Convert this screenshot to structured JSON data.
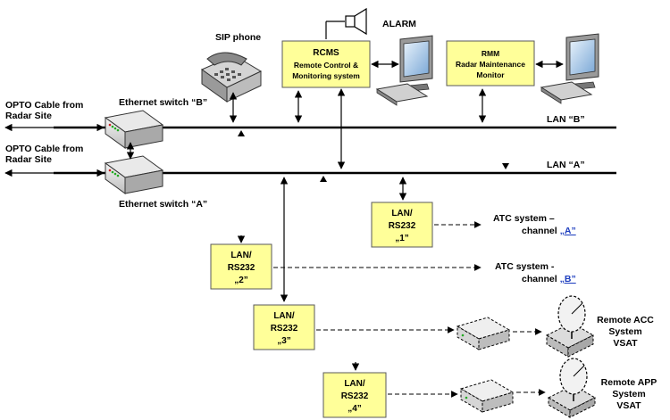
{
  "opto_top": [
    "OPTO Cable from",
    "Radar Site"
  ],
  "opto_bottom": [
    "OPTO Cable from",
    "Radar Site"
  ],
  "sip_phone": "SIP phone",
  "alarm": "ALARM",
  "rcms": {
    "title": "RCMS",
    "lines": [
      "Remote Control &",
      "Monitoring system"
    ]
  },
  "rmm": {
    "title": "RMM",
    "lines": [
      "Radar Maintenance",
      "Monitor"
    ]
  },
  "switch_b": "Ethernet switch “B”",
  "switch_a": "Ethernet switch “A”",
  "lan_b": "LAN “B”",
  "lan_a": "LAN “A”",
  "converters": [
    {
      "l1": "LAN/",
      "l2": "RS232",
      "l3": "„1”"
    },
    {
      "l1": "LAN/",
      "l2": "RS232",
      "l3": "„2”"
    },
    {
      "l1": "LAN/",
      "l2": "RS232",
      "l3": "„3”"
    },
    {
      "l1": "LAN/",
      "l2": "RS232",
      "l3": "„4”"
    }
  ],
  "atc_a": {
    "line1": "ATC system –",
    "line2_prefix": "channel ",
    "line2_link": "„A”"
  },
  "atc_b": {
    "line1": "ATC system  -",
    "line2_prefix": "channel ",
    "line2_link": "„B”"
  },
  "remote_acc": [
    "Remote ACC",
    "System",
    "VSAT"
  ],
  "remote_app": [
    "Remote APP",
    "System",
    "VSAT"
  ]
}
